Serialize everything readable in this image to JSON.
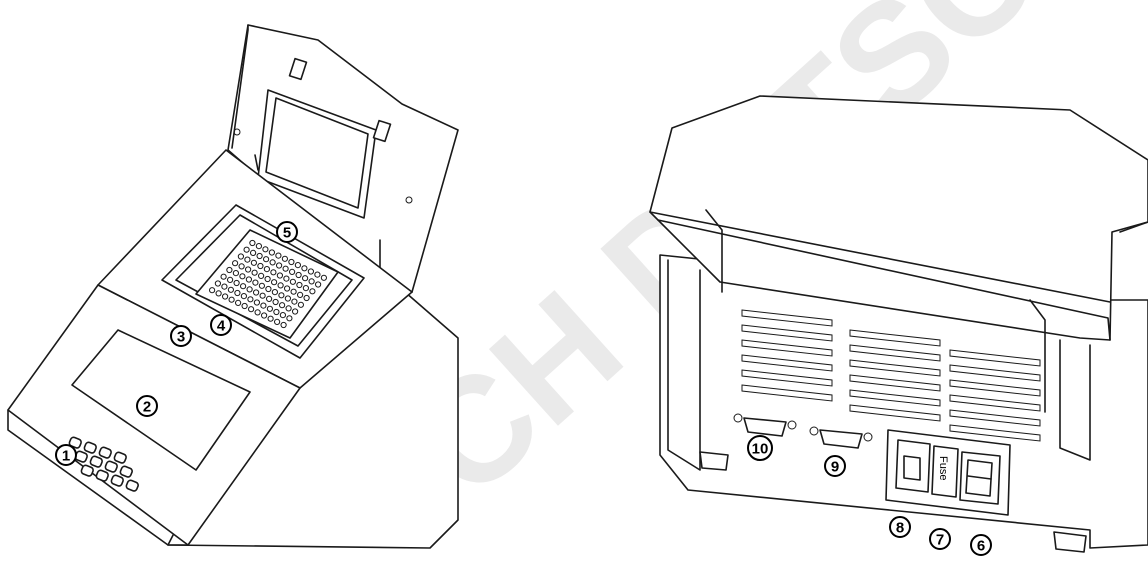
{
  "watermark": "CH DUTSCHER",
  "fuse_label": "Fuse",
  "callouts": [
    {
      "id": "1",
      "text": "1"
    },
    {
      "id": "2",
      "text": "2"
    },
    {
      "id": "3",
      "text": "3"
    },
    {
      "id": "4",
      "text": "4"
    },
    {
      "id": "5",
      "text": "5"
    },
    {
      "id": "6",
      "text": "6"
    },
    {
      "id": "7",
      "text": "7"
    },
    {
      "id": "8",
      "text": "8"
    },
    {
      "id": "9",
      "text": "9"
    },
    {
      "id": "10",
      "text": "10"
    }
  ]
}
